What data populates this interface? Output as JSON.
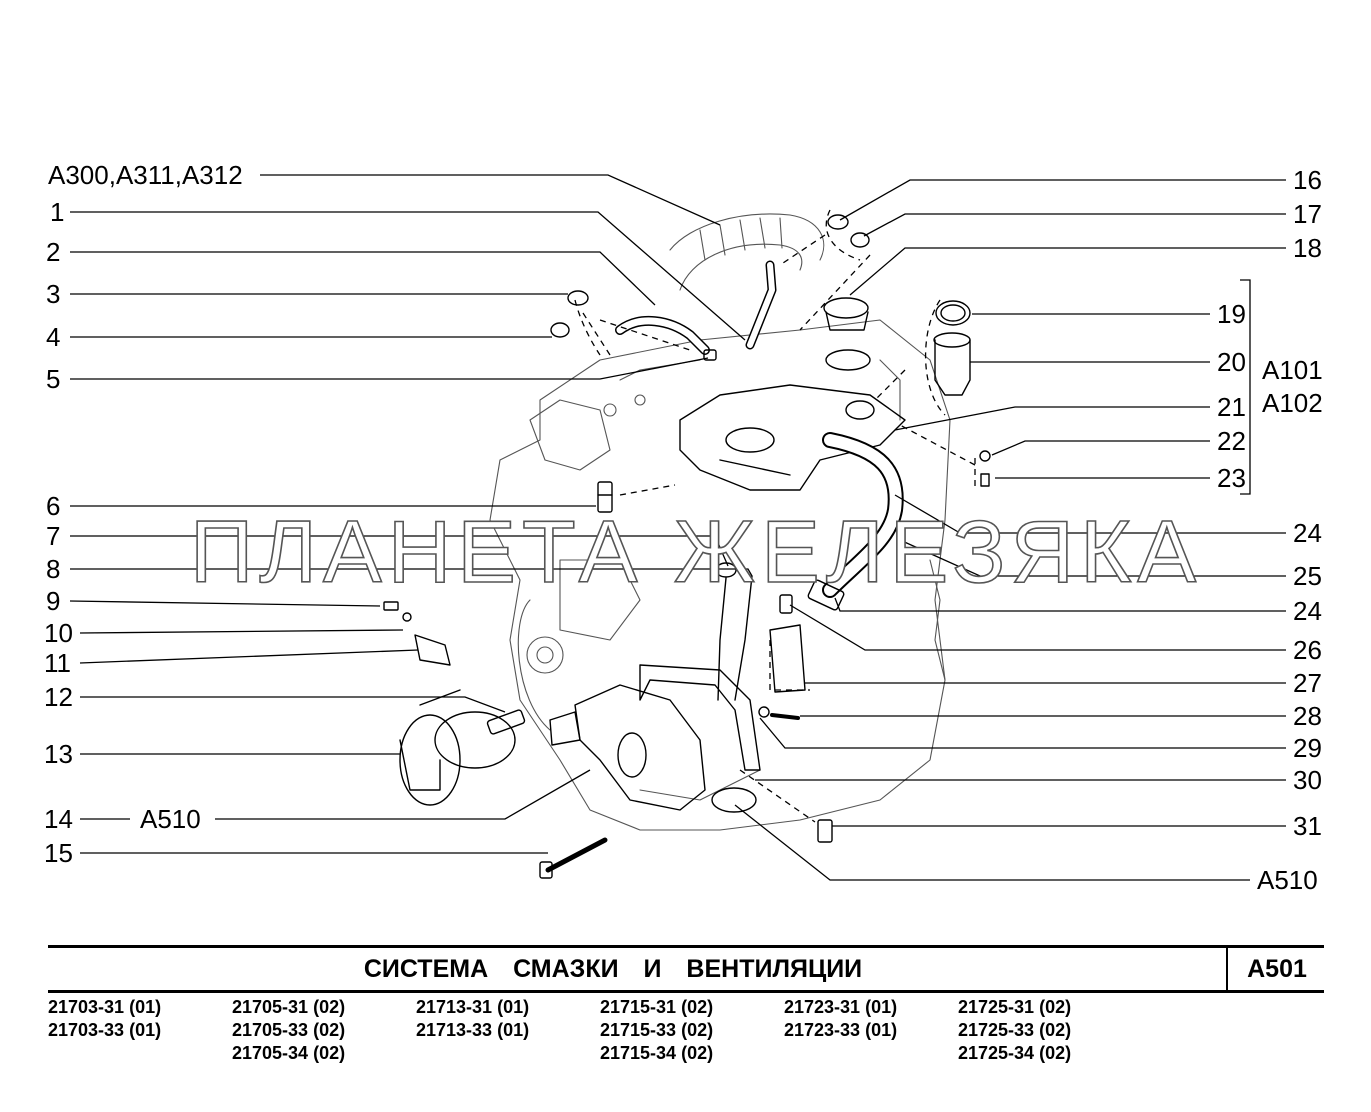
{
  "callouts_left": [
    "A300,A311,A312",
    "1",
    "2",
    "3",
    "4",
    "5",
    "6",
    "7",
    "8",
    "9",
    "10",
    "11",
    "12",
    "13",
    "14",
    "A510",
    "15"
  ],
  "callouts_right": [
    "16",
    "17",
    "18",
    "19",
    "20",
    "A101",
    "A102",
    "21",
    "22",
    "23",
    "24",
    "25",
    "24",
    "26",
    "27",
    "28",
    "29",
    "30",
    "31",
    "A510"
  ],
  "watermark": "ПЛАНЕТА ЖЕЛЕЗЯКА",
  "title": {
    "text": "СИСТЕМА СМАЗКИ И ВЕНТИЛЯЦИИ",
    "code": "A501"
  },
  "model_columns": [
    [
      "21703-31 (01)",
      "21703-33 (01)"
    ],
    [
      "21705-31 (02)",
      "21705-33 (02)",
      "21705-34 (02)"
    ],
    [
      "21713-31 (01)",
      "21713-33 (01)"
    ],
    [
      "21715-31 (02)",
      "21715-33 (02)",
      "21715-34 (02)"
    ],
    [
      "21723-31 (01)",
      "21723-33 (01)"
    ],
    [
      "21725-31 (02)",
      "21725-33 (02)",
      "21725-34 (02)"
    ]
  ]
}
